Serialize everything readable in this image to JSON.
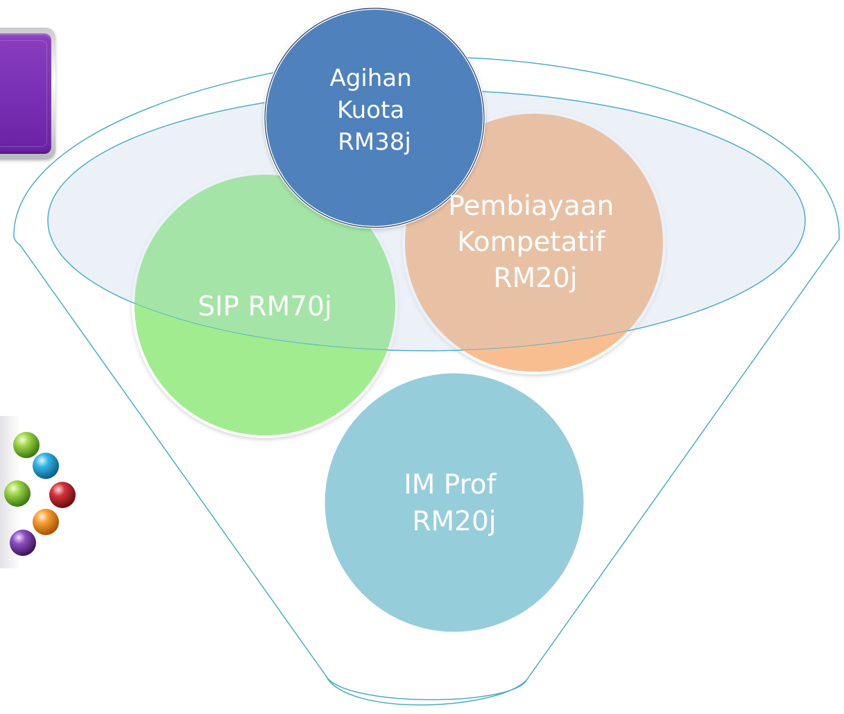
{
  "diagram": {
    "circles": [
      {
        "id": "agihan",
        "lines": [
          "Agihan",
          "Kuota",
          "RM38j"
        ],
        "color": "#4f81bd"
      },
      {
        "id": "pembiayaan",
        "lines": [
          "Pembiayaan",
          "Kompetatif",
          "RM20j"
        ],
        "color": "#f79646"
      },
      {
        "id": "sip",
        "lines": [
          "SIP RM70j"
        ],
        "color": "#5fe24a"
      },
      {
        "id": "improf",
        "lines": [
          "IM Prof",
          "RM20j"
        ],
        "color": "#96cddb"
      }
    ],
    "funnel_line_color": "#4bacc6",
    "ellipse_fill": "#dce6f2"
  },
  "decor": {
    "tab_color": "#7a30b5",
    "beads": [
      {
        "color": "#8dc63f",
        "name": "green"
      },
      {
        "color": "#29abe2",
        "name": "blue"
      },
      {
        "color": "#8dc63f",
        "name": "green"
      },
      {
        "color": "#c1272d",
        "name": "red"
      },
      {
        "color": "#f7931e",
        "name": "orange"
      },
      {
        "color": "#7b3fa0",
        "name": "purple"
      }
    ]
  }
}
